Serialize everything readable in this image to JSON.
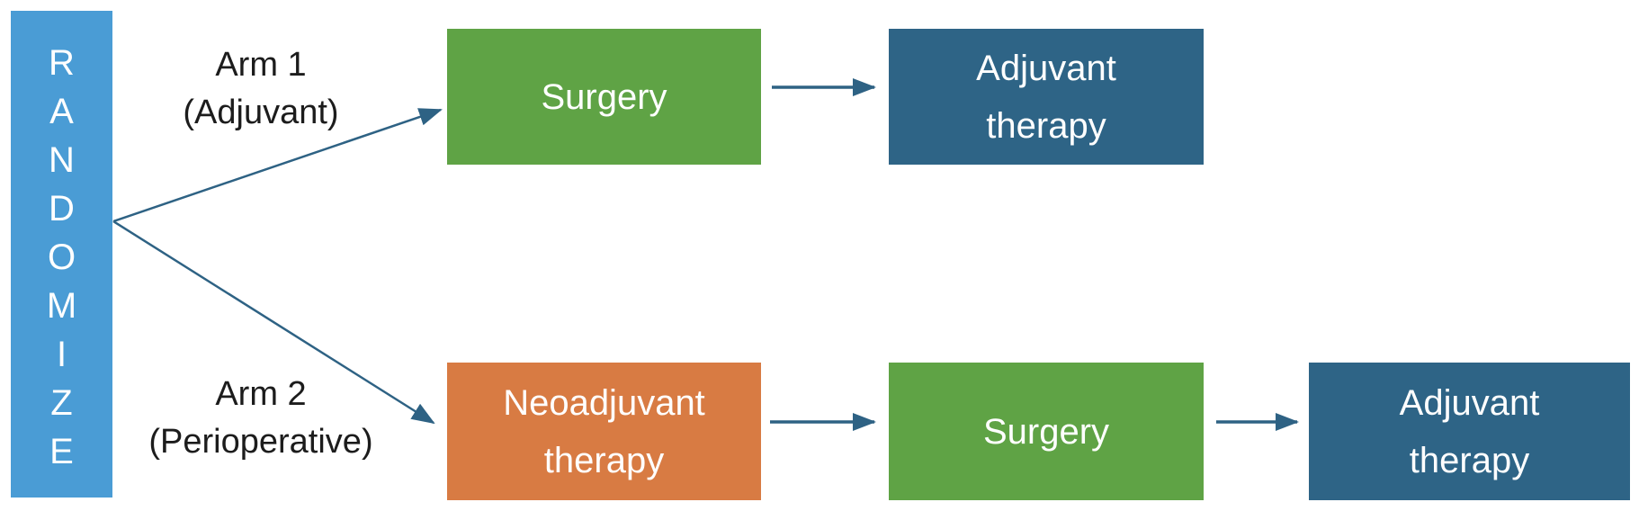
{
  "randomize_box": {
    "text": "RANDOMIZE",
    "letters": [
      "R",
      "A",
      "N",
      "D",
      "O",
      "M",
      "I",
      "Z",
      "E"
    ]
  },
  "arm1": {
    "label_line1": "Arm 1",
    "label_line2": "(Adjuvant)",
    "boxes": [
      {
        "name": "surgery",
        "lines": [
          "Surgery"
        ]
      },
      {
        "name": "adjuvant-therapy",
        "lines": [
          "Adjuvant",
          "therapy"
        ]
      }
    ]
  },
  "arm2": {
    "label_line1": "Arm 2",
    "label_line2": "(Perioperative)",
    "boxes": [
      {
        "name": "neoadjuvant-therapy",
        "lines": [
          "Neoadjuvant",
          "therapy"
        ]
      },
      {
        "name": "surgery",
        "lines": [
          "Surgery"
        ]
      },
      {
        "name": "adjuvant-therapy",
        "lines": [
          "Adjuvant",
          "therapy"
        ]
      }
    ]
  },
  "colors": {
    "randomize_blue": "#4A9CD5",
    "surgery_green": "#5FA345",
    "adjuvant_dark_blue": "#2E6486",
    "neoadjuvant_orange": "#D87B43",
    "arrow": "#2E6284",
    "label_text": "#1C1C1C",
    "box_text": "#FFFFFF"
  }
}
